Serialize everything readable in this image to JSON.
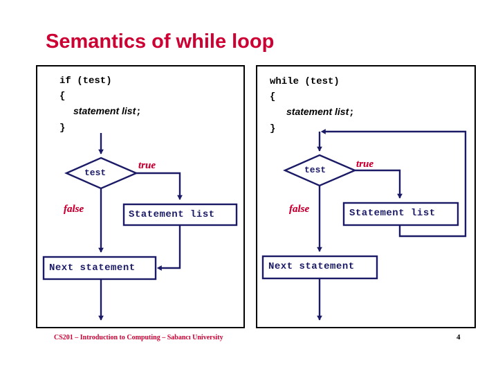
{
  "slide": {
    "title": "Semantics of while loop",
    "page_number": "4",
    "footer": "CS201 – Introduction to Computing – Sabancı University",
    "colors": {
      "title_red": "#cc0033",
      "label_red": "#cc0033",
      "flow_navy": "#1a1a66",
      "panel_border": "#000000",
      "background": "#ffffff"
    }
  },
  "panels": [
    {
      "id": "if-panel",
      "code": {
        "line1": "if (test)",
        "line2": "{",
        "line3_emphasis": "statement list",
        "line3_terminator": ";",
        "line4": "}"
      },
      "flow": {
        "decision_label": "test",
        "true_label": "true",
        "false_label": "false",
        "process_label": "Statement list",
        "next_label": "Next statement"
      }
    },
    {
      "id": "while-panel",
      "code": {
        "line1": "while (test)",
        "line2": "{",
        "line3_emphasis": "statement list",
        "line3_terminator": ";",
        "line4": "}"
      },
      "flow": {
        "decision_label": "test",
        "true_label": "true",
        "false_label": "false",
        "process_label": "Statement list",
        "next_label": "Next statement"
      }
    }
  ]
}
